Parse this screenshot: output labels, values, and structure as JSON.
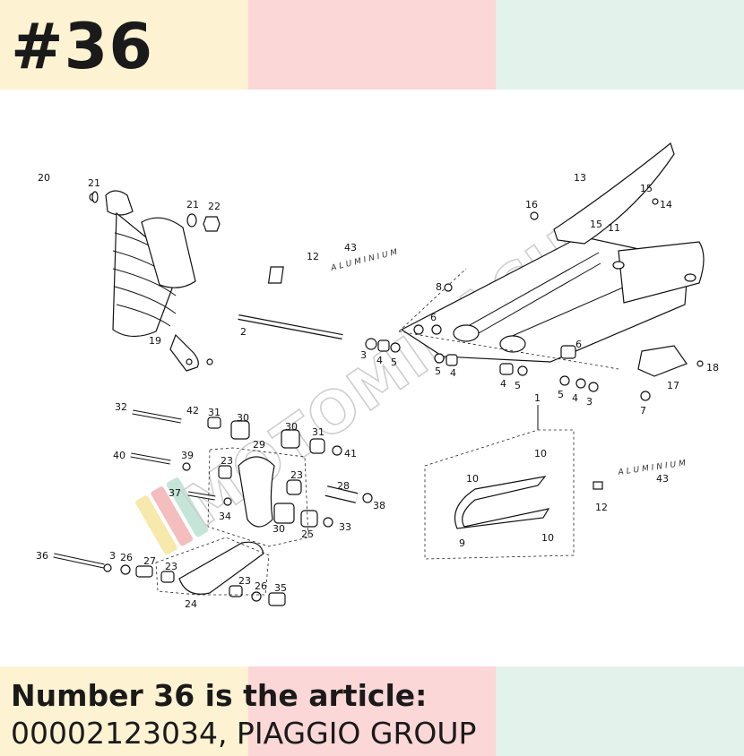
{
  "header": {
    "page_number": "#36"
  },
  "caption": {
    "headline": "Number 36 is the article:",
    "detail": "00002123034, PIAGGIO GROUP"
  },
  "colors": {
    "band_yellow": "#fdf3d2",
    "band_pink": "#fbd7d7",
    "band_mint": "#e3f3ec",
    "ink": "#1a1a1a"
  },
  "watermark": {
    "text": "MOTOMIRACH",
    "logo_stripe_colors": [
      "#f6e7a2",
      "#f3b8b8",
      "#bfe3d4"
    ]
  },
  "diagram": {
    "lettering": {
      "top": "ALUMINIUM",
      "right": "ALUMINIUM"
    },
    "callouts": [
      {
        "label": "20"
      },
      {
        "label": "21"
      },
      {
        "label": "21"
      },
      {
        "label": "22"
      },
      {
        "label": "19"
      },
      {
        "label": "12"
      },
      {
        "label": "43"
      },
      {
        "label": "2"
      },
      {
        "label": "13"
      },
      {
        "label": "16"
      },
      {
        "label": "15"
      },
      {
        "label": "14"
      },
      {
        "label": "15"
      },
      {
        "label": "11"
      },
      {
        "label": "8"
      },
      {
        "label": "6"
      },
      {
        "label": "3"
      },
      {
        "label": "4"
      },
      {
        "label": "5"
      },
      {
        "label": "5"
      },
      {
        "label": "4"
      },
      {
        "label": "4"
      },
      {
        "label": "5"
      },
      {
        "label": "6"
      },
      {
        "label": "18"
      },
      {
        "label": "17"
      },
      {
        "label": "5"
      },
      {
        "label": "4"
      },
      {
        "label": "3"
      },
      {
        "label": "7"
      },
      {
        "label": "1"
      },
      {
        "label": "32"
      },
      {
        "label": "42"
      },
      {
        "label": "31"
      },
      {
        "label": "30"
      },
      {
        "label": "30"
      },
      {
        "label": "31"
      },
      {
        "label": "29"
      },
      {
        "label": "41"
      },
      {
        "label": "40"
      },
      {
        "label": "39"
      },
      {
        "label": "23"
      },
      {
        "label": "23"
      },
      {
        "label": "37"
      },
      {
        "label": "34"
      },
      {
        "label": "28"
      },
      {
        "label": "38"
      },
      {
        "label": "30"
      },
      {
        "label": "25"
      },
      {
        "label": "33"
      },
      {
        "label": "10"
      },
      {
        "label": "10"
      },
      {
        "label": "43"
      },
      {
        "label": "12"
      },
      {
        "label": "9"
      },
      {
        "label": "10"
      },
      {
        "label": "36"
      },
      {
        "label": "3"
      },
      {
        "label": "26"
      },
      {
        "label": "27"
      },
      {
        "label": "23"
      },
      {
        "label": "23"
      },
      {
        "label": "26"
      },
      {
        "label": "35"
      },
      {
        "label": "24"
      }
    ]
  }
}
